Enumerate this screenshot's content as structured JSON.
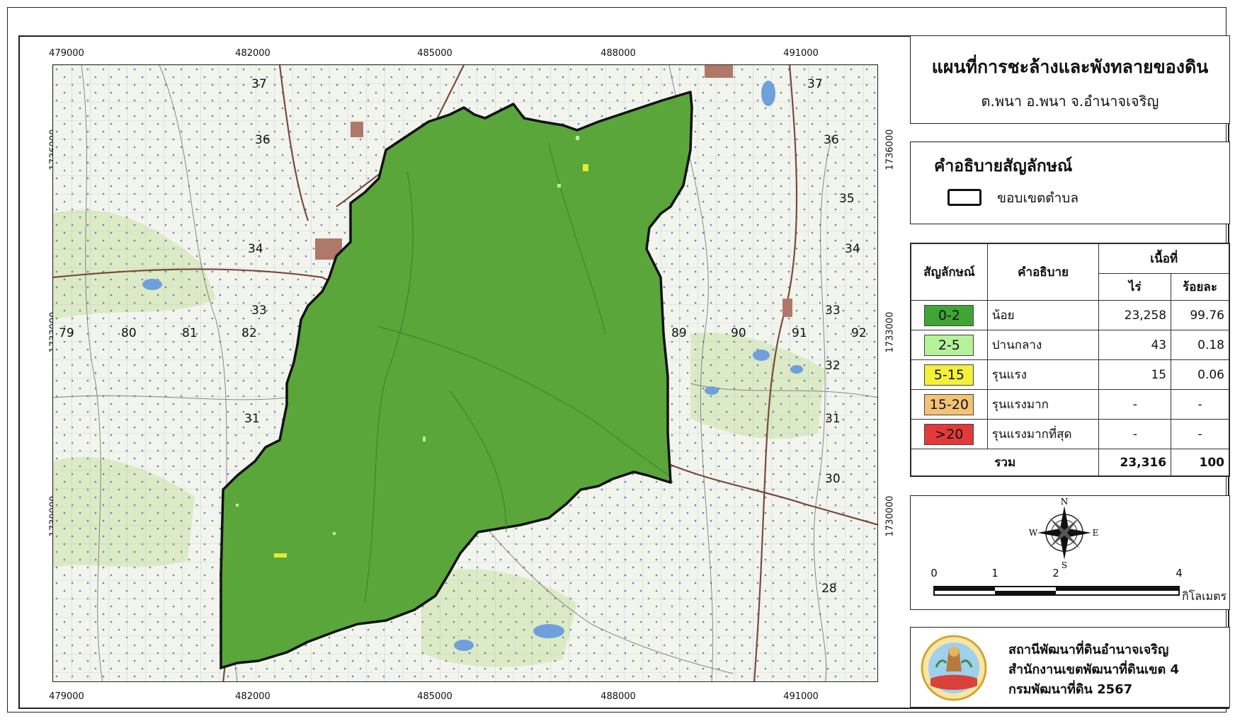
{
  "map": {
    "title": "แผนที่การชะล้างและพังทลายของดิน",
    "subtitle": "ต.พนา อ.พนา จ.อำนาจเจริญ",
    "grid_top_labels": [
      "479000",
      "482000",
      "485000",
      "488000",
      "491000"
    ],
    "grid_bottom_labels": [
      "479000",
      "482000",
      "485000",
      "488000",
      "491000"
    ],
    "grid_left_labels": [
      "1736000",
      "1733000",
      "1730000"
    ],
    "grid_right_labels": [
      "1736000",
      "1733000",
      "1730000"
    ],
    "topo_grid_labels": [
      "37",
      "36",
      "35",
      "34",
      "33",
      "32",
      "31",
      "30",
      "28",
      "79",
      "80",
      "81",
      "82",
      "89",
      "90",
      "91",
      "92"
    ],
    "boundary_color": "#111111",
    "zone_color": "#5aa63a"
  },
  "legend": {
    "heading": "คำอธิบายสัญลักษณ์",
    "boundary_label": "ขอบเขตตำบล"
  },
  "table": {
    "col_symbol": "สัญลักษณ์",
    "col_desc": "คำอธิบาย",
    "col_area": "เนื้อที่",
    "col_rai": "ไร่",
    "col_percent": "ร้อยละ",
    "rows": [
      {
        "symbol": "0-2",
        "color": "#3fa535",
        "desc": "น้อย",
        "rai": "23,258",
        "percent": "99.76"
      },
      {
        "symbol": "2-5",
        "color": "#b5f29a",
        "desc": "ปานกลาง",
        "rai": "43",
        "percent": "0.18"
      },
      {
        "symbol": "5-15",
        "color": "#f4f03a",
        "desc": "รุนแรง",
        "rai": "15",
        "percent": "0.06"
      },
      {
        "symbol": "15-20",
        "color": "#f3c373",
        "desc": "รุนแรงมาก",
        "rai": "-",
        "percent": "-"
      },
      {
        "symbol": ">20",
        "color": "#e23a3a",
        "desc": "รุนแรงมากที่สุด",
        "rai": "-",
        "percent": "-"
      }
    ],
    "total_label": "รวม",
    "total_rai": "23,316",
    "total_percent": "100"
  },
  "compass": {
    "n": "N",
    "s": "S",
    "e": "E",
    "w": "W"
  },
  "scale": {
    "ticks": [
      "0",
      "1",
      "2",
      "4"
    ],
    "unit": "กิโลเมตร"
  },
  "agency": {
    "line1": "สถานีพัฒนาที่ดินอำนาจเจริญ",
    "line2": "สำนักงานเขตพัฒนาที่ดินเขต 4",
    "line3": "กรมพัฒนาที่ดิน 2567"
  }
}
